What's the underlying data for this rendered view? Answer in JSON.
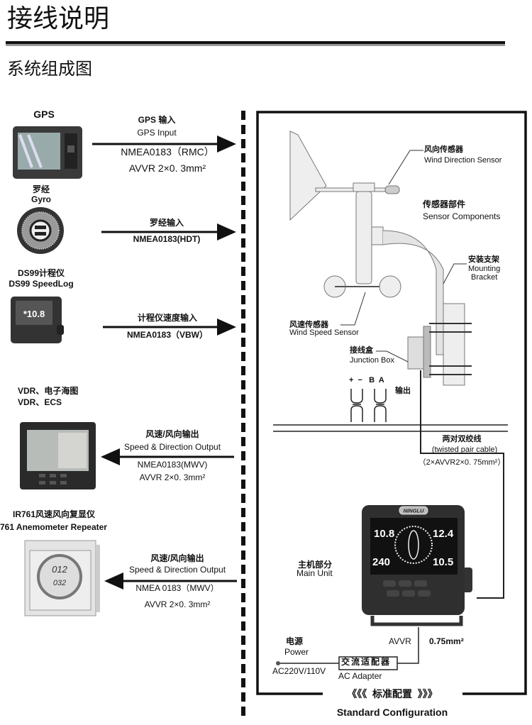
{
  "header": {
    "title": "接线说明",
    "subtitle": "系统组成图"
  },
  "inputs": [
    {
      "device_cn": "GPS",
      "device_en": "",
      "label_cn": "GPS 输入",
      "label_en": "GPS Input",
      "protocol": "NMEA0183（RMC）",
      "cable": "AVVR 2×0. 3mm²"
    },
    {
      "device_cn": "罗经",
      "device_en": "Gyro",
      "label_cn": "罗经输入",
      "label_en": "",
      "protocol": "NMEA0183(HDT)",
      "cable": ""
    },
    {
      "device_cn": "DS99计程仪",
      "device_en": "DS99 SpeedLog",
      "label_cn": "计程仪速度输入",
      "label_en": "",
      "protocol": "NMEA0183（VBW）",
      "cable": "",
      "screen_value": "10.8"
    }
  ],
  "outputs": [
    {
      "device_cn": "VDR、电子海图",
      "device_en": "VDR、ECS",
      "label_cn": "风速/风向输出",
      "label_en": "Speed & Direction Output",
      "protocol": "NMEA0183(MWV)",
      "cable": "AVVR 2×0. 3mm²"
    },
    {
      "device_cn": "IR761风速风向复显仪",
      "device_en": "761 Anemometer Repeater",
      "label_cn": "风速/风向输出",
      "label_en": "Speed & Direction Output",
      "protocol": "NMEA 0183（MWV）",
      "cable": "AVVR 2×0. 3mm²",
      "screen_values": [
        "012",
        "032"
      ]
    }
  ],
  "sensor": {
    "wind_direction_cn": "风向传感器",
    "wind_direction_en": "Wind Direction Sensor",
    "components_cn": "传感器部件",
    "components_en": "Sensor Components",
    "bracket_cn": "安装支架",
    "bracket_en_1": "Mounting",
    "bracket_en_2": "Bracket",
    "wind_speed_cn": "风速传感器",
    "wind_speed_en": "Wind Speed Sensor",
    "junction_cn": "接线盒",
    "junction_en": "Junction Box",
    "terminals": "+  −   B  A",
    "output_cn": "输出",
    "cable_cn": "两对双绞线",
    "cable_en": "(twisted pair cable)",
    "cable_spec": "（2×AVVR2×0. 75mm²）"
  },
  "main_unit": {
    "label_cn": "主机部分",
    "label_en": "Main Unit",
    "brand": "NINGLU",
    "values": [
      "10.8",
      "12.4",
      "240",
      "10.5"
    ]
  },
  "power": {
    "label_cn": "电源",
    "label_en": "Power",
    "voltage": "AC220V/110V",
    "adapter_cn": "交流适配器",
    "adapter_en": "AC Adapter",
    "cable_type": "AVVR",
    "cable_size": "0.75mm²"
  },
  "footer": {
    "config_cn": "《《《  标准配置  》》》",
    "config_en": "Standard Configuration"
  }
}
